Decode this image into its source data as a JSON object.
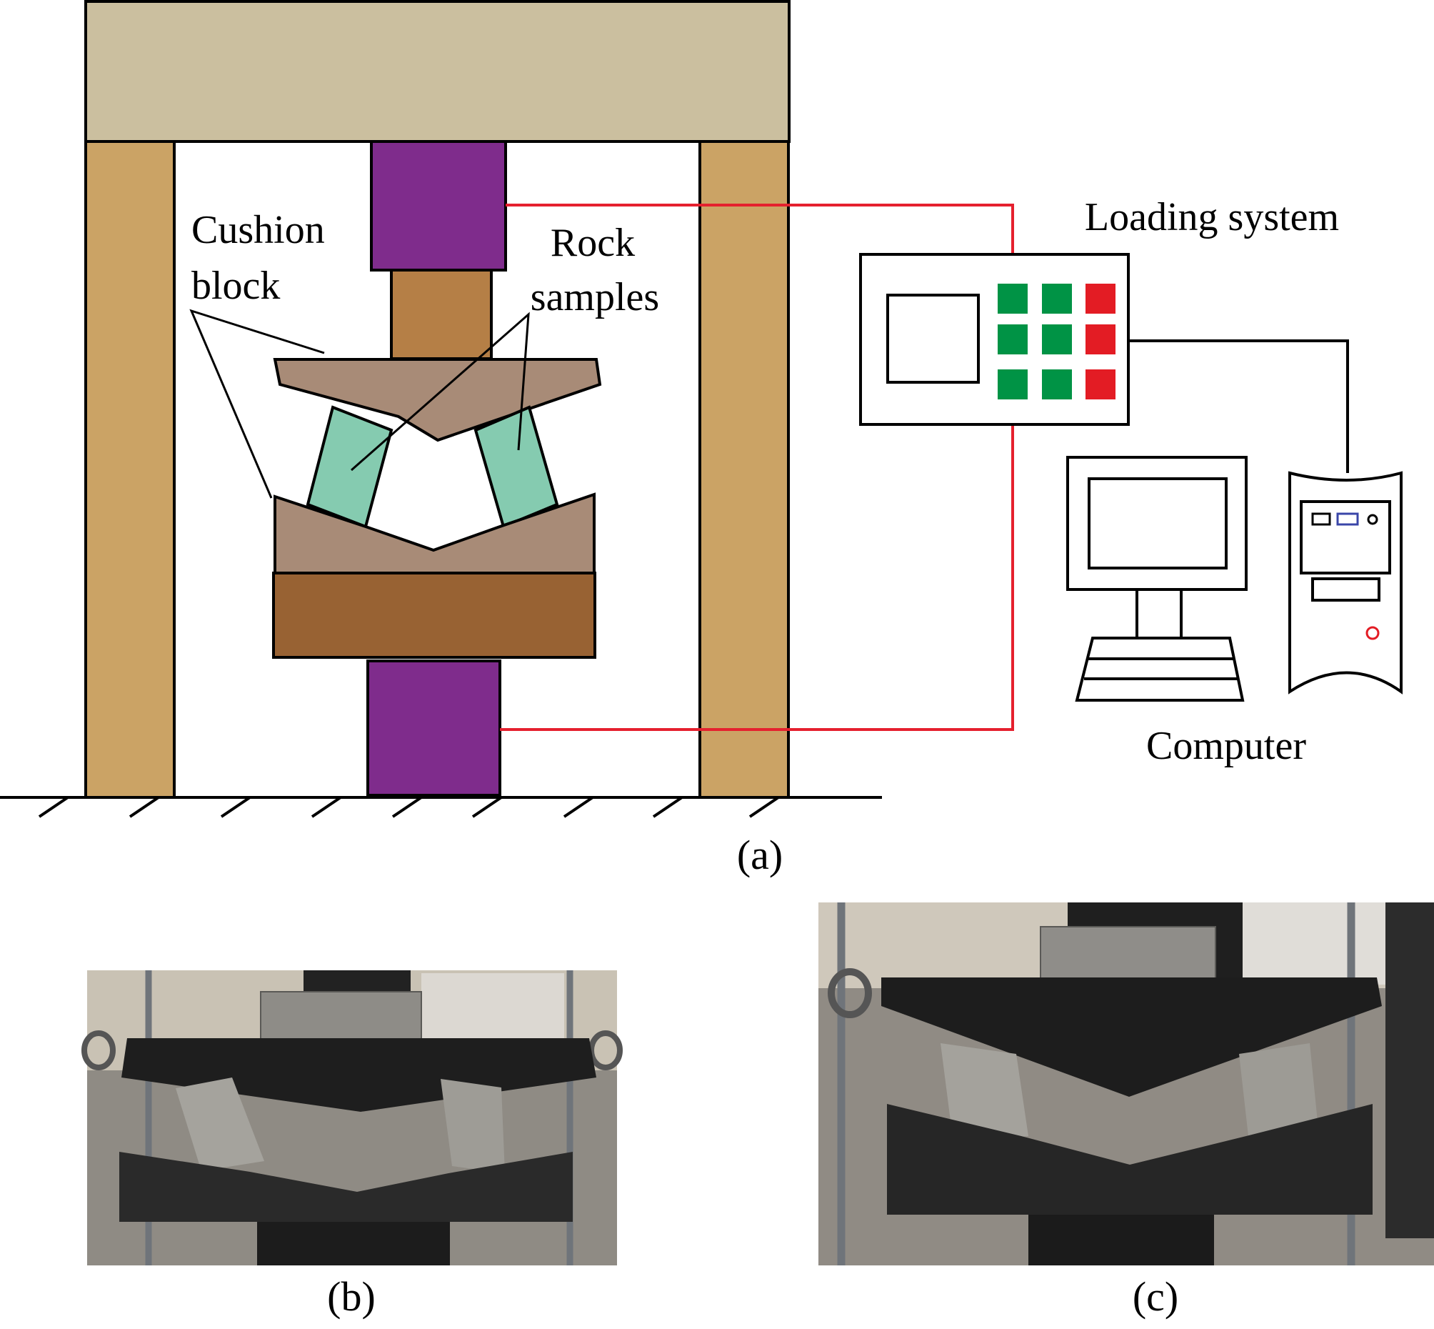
{
  "labels": {
    "cushion_block_line1": "Cushion",
    "cushion_block_line2": "block",
    "rock_samples_line1": "Rock",
    "rock_samples_line2": "samples",
    "loading_system": "Loading system",
    "computer": "Computer"
  },
  "panels": {
    "a": "(a)",
    "b": "(b)",
    "c": "(c)"
  },
  "colors": {
    "frame_beam": "#cbbf9f",
    "frame_column": "#cba365",
    "actuator": "#7f2c8c",
    "ram": "#b57f46",
    "cushion_block": "#a88b77",
    "base_block": "#986233",
    "rock_sample": "#85cbb0",
    "wire_signal": "#e5202e",
    "wire_data": "#000000",
    "button_green": "#009345",
    "button_red": "#e31c24"
  },
  "icons": {
    "loading_panel": "control-panel-icon",
    "monitor": "monitor-icon",
    "keyboard": "keyboard-icon",
    "tower": "computer-tower-icon"
  }
}
